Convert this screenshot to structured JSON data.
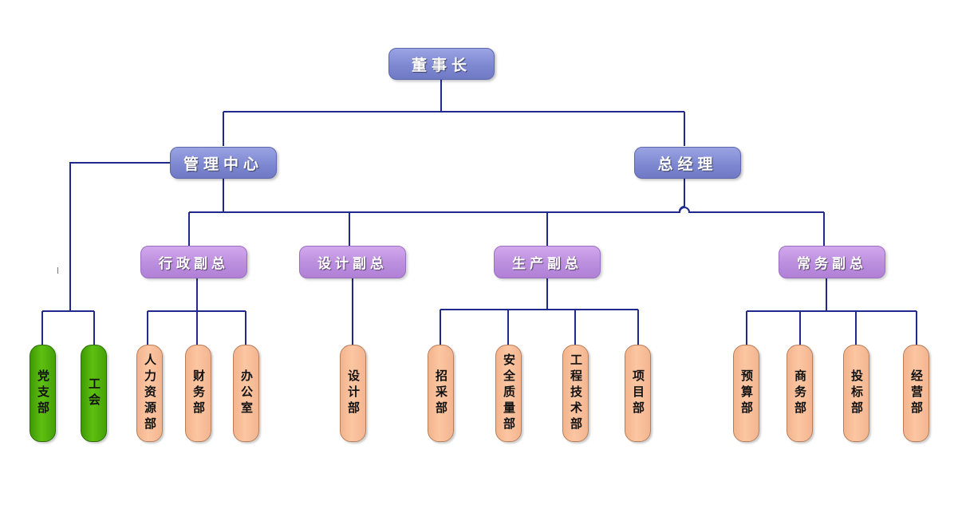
{
  "chairman": "董事长",
  "management_center": "管理中心",
  "general_manager": "总经理",
  "vps": {
    "admin": "行政副总",
    "design": "设计副总",
    "production": "生产副总",
    "business": "常务副总"
  },
  "departments": {
    "party_branch": "党支部",
    "union": "工会",
    "hr": "人力资源部",
    "finance": "财务部",
    "office": "办公室",
    "design": "设计部",
    "procurement": "招采部",
    "safety_quality": "安全质量部",
    "engineering_tech": "工程技术部",
    "project": "项目部",
    "budget": "预算部",
    "commerce": "商务部",
    "bidding": "投标部",
    "operations": "经营部"
  },
  "colors": {
    "connector": "#1f2a8c",
    "top_box": "#8088d4",
    "vp_box": "#bb8ede",
    "dept_box": "#fcc6a2",
    "green_box": "#52b00c"
  }
}
